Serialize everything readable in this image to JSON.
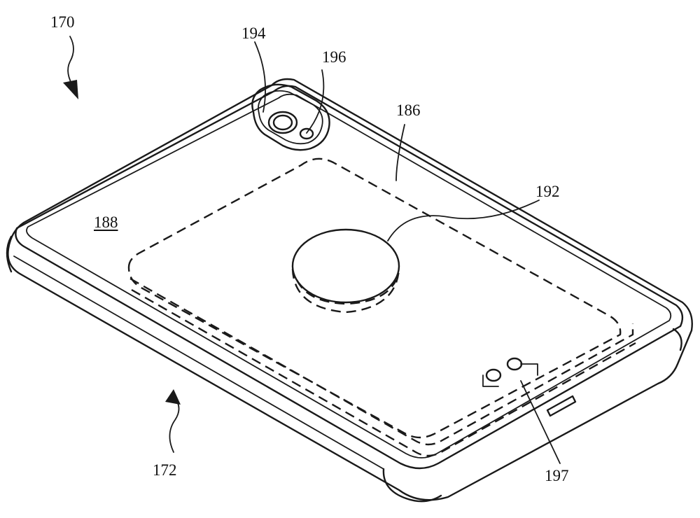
{
  "figure": {
    "reference_numerals": {
      "device": "170",
      "side": "172",
      "coil_region": "186",
      "rear_housing": "188",
      "magnet": "192",
      "camera": "194",
      "flash": "196",
      "sensors": "197"
    },
    "underlined": [
      "188"
    ],
    "colors": {
      "line": "#1a1a1a",
      "background": "#ffffff"
    }
  }
}
